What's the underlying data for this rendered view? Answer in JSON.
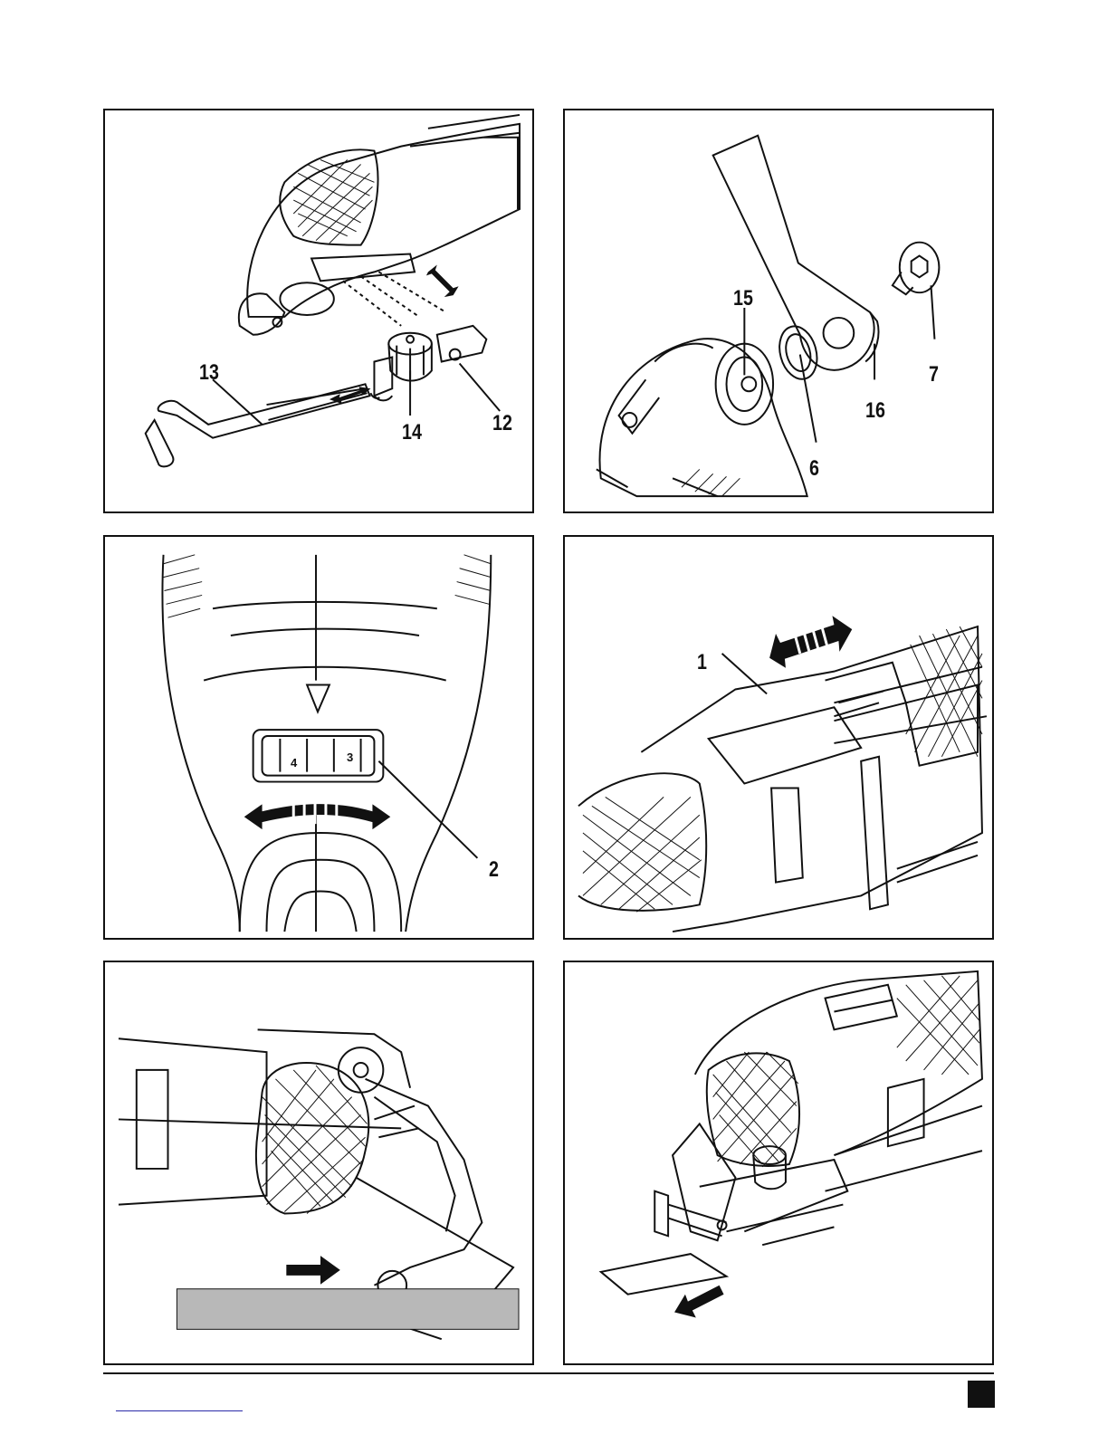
{
  "figures": {
    "fig1": {
      "callouts": {
        "c13": "13",
        "c14": "14",
        "c12": "12"
      }
    },
    "fig2": {
      "callouts": {
        "c15": "15",
        "c16": "16",
        "c7": "7",
        "c6": "6"
      }
    },
    "fig3": {
      "callouts": {
        "c2": "2"
      },
      "dial_numbers": {
        "left": "4",
        "right": "3"
      }
    },
    "fig4": {
      "callouts": {
        "c1": "1"
      }
    },
    "fig5": {
      "callouts": {}
    },
    "fig6": {
      "callouts": {}
    }
  },
  "icons": [
    "double-arrow-icon",
    "right-arrow-icon",
    "left-arrow-icon",
    "curved-double-arrow-icon"
  ],
  "colors": {
    "line": "#111111",
    "grey_bar": "#b8b8b8",
    "link": "#2a2aa8"
  }
}
